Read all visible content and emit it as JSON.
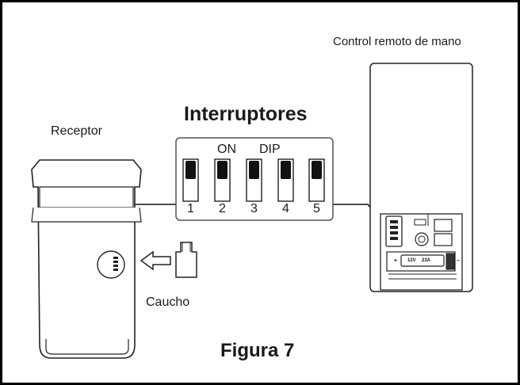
{
  "labels": {
    "remote": "Control remoto de mano",
    "receiver": "Receptor",
    "switches_title": "Interruptores",
    "on": "ON",
    "dip": "DIP",
    "numbers": [
      "1",
      "2",
      "3",
      "4",
      "5"
    ],
    "rubber": "Caucho",
    "figure": "Figura 7"
  },
  "battery": {
    "plus": "+",
    "voltage": "12V",
    "model": "23A",
    "minus": "–"
  },
  "colors": {
    "frame": "#000000",
    "line": "#111111",
    "device_fill": "#ffffff",
    "switch_knob": "#111111"
  }
}
